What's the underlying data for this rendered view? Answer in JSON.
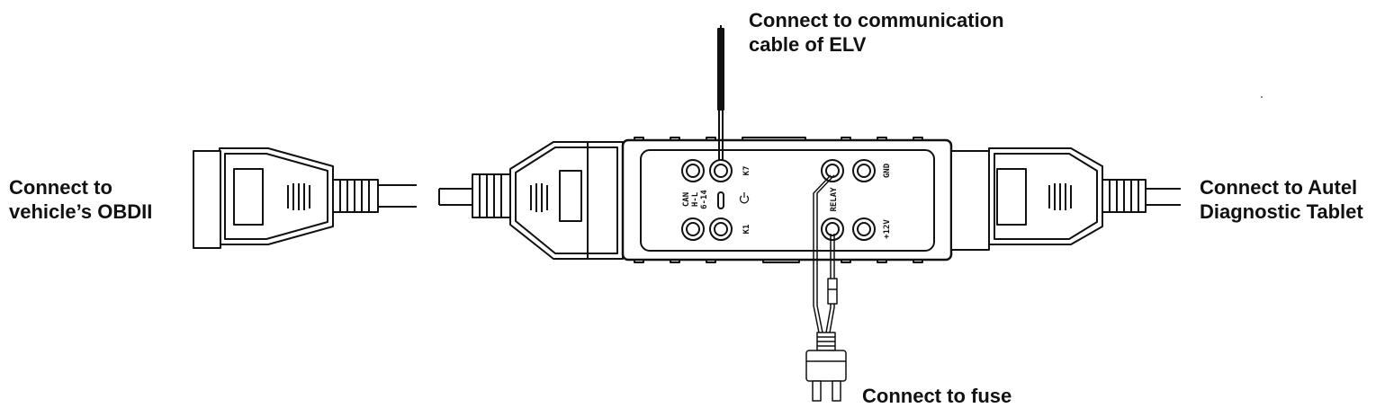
{
  "callouts": {
    "obd_line1": "Connect to",
    "obd_line2": "vehicle’s OBDII",
    "elv_line1": "Connect to communication",
    "elv_line2": "cable of ELV",
    "tablet_line1": "Connect to Autel",
    "tablet_line2": "Diagnostic Tablet",
    "fuse": "Connect to fuse"
  },
  "ports": {
    "k7": "K7",
    "k1": "K1",
    "can_line1": "CAN",
    "can_line2": "H-L",
    "can_line3": "6-14",
    "relay": "RELAY",
    "gnd": "GND",
    "plus12v": "+12V"
  },
  "icons": {
    "power": "power-icon"
  },
  "colors": {
    "line": "#111111",
    "background": "#ffffff"
  }
}
